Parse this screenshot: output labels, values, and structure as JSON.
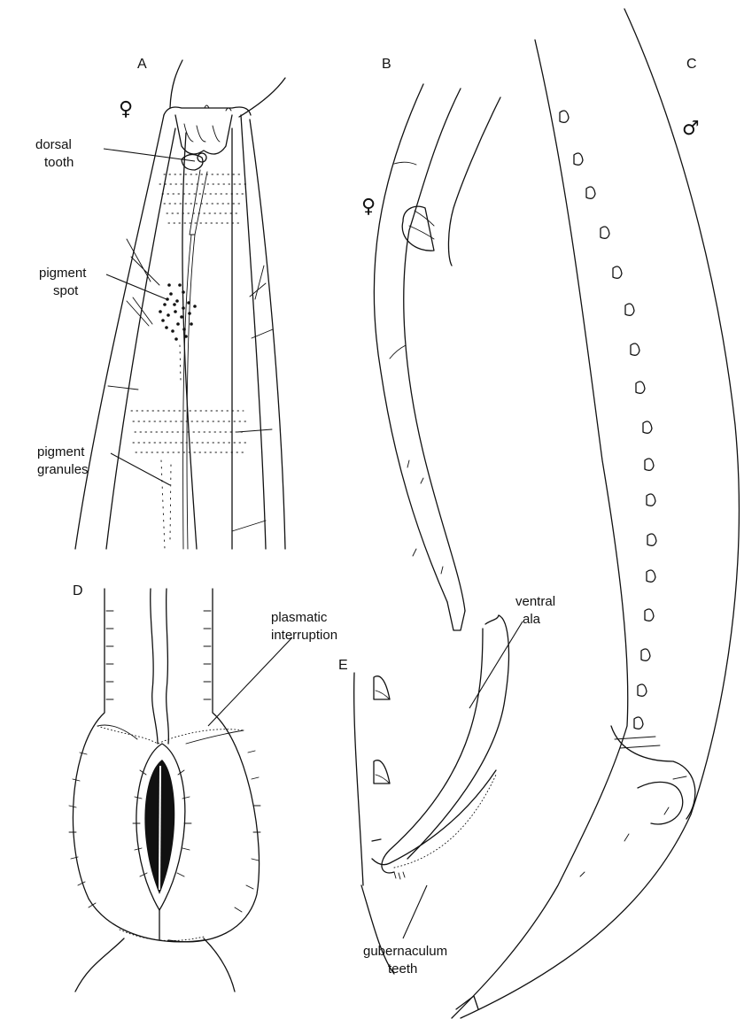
{
  "panels": {
    "a": "A",
    "b": "B",
    "c": "C",
    "d": "D",
    "e": "E"
  },
  "symbols": {
    "female": "♀",
    "male": "♂"
  },
  "labels": {
    "dorsal_tooth": [
      "dorsal",
      "tooth"
    ],
    "pigment_spot": [
      "pigment",
      "spot"
    ],
    "pigment_granules": [
      "pigment",
      "granules"
    ],
    "plasmatic_interruption": [
      "plasmatic",
      "interruption"
    ],
    "ventral_ala": [
      "ventral",
      "ala"
    ],
    "gubernaculum_teeth": [
      "gubernaculum",
      "teeth"
    ]
  }
}
